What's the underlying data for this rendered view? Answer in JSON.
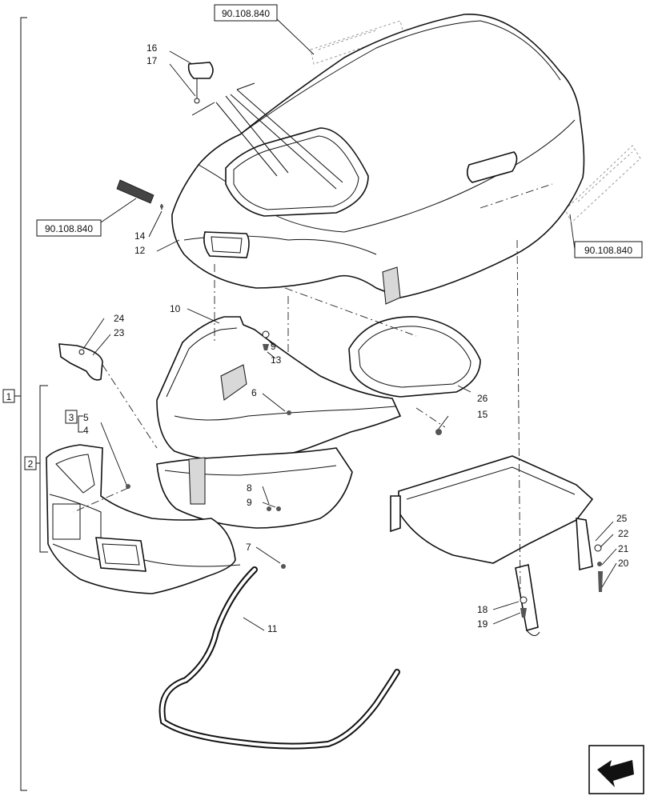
{
  "refs": {
    "top": "90.108.840",
    "left": "90.108.840",
    "right": "90.108.840"
  },
  "groups": {
    "g1": "1",
    "g2": "2",
    "g3": "3"
  },
  "labels": {
    "l16": "16",
    "l17": "17",
    "l14": "14",
    "l12": "12",
    "l24": "24",
    "l23": "23",
    "l10": "10",
    "l9a": "9",
    "l13": "13",
    "l6": "6",
    "l5": "5",
    "l4": "4",
    "l26": "26",
    "l15": "15",
    "l8": "8",
    "l9b": "9",
    "l7": "7",
    "l11": "11",
    "l25": "25",
    "l22": "22",
    "l21": "21",
    "l20": "20",
    "l18": "18",
    "l19": "19"
  },
  "icons": {
    "nav": "next-page-arrow-icon"
  }
}
